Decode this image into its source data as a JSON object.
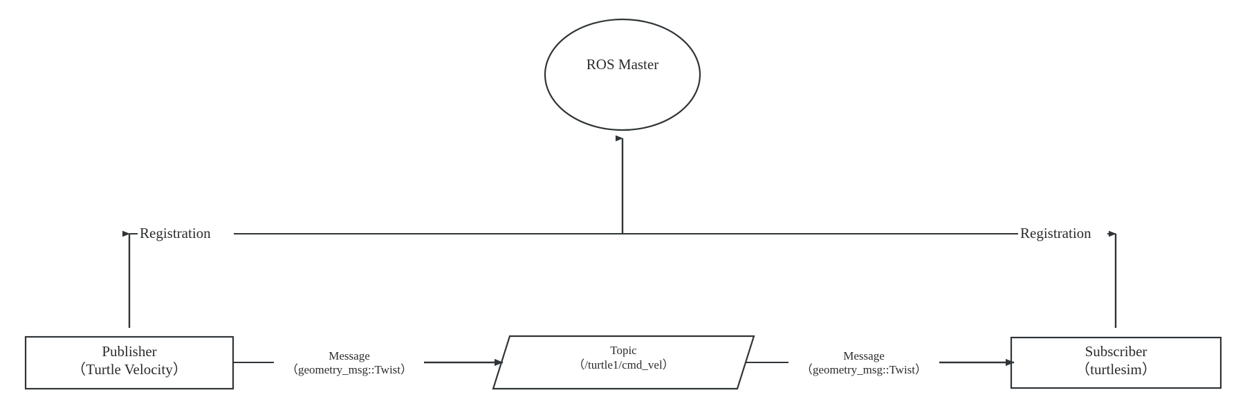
{
  "diagram": {
    "type": "ros-communication-flow",
    "background_color": "#ffffff",
    "stroke_color": "#2f3437",
    "text_color": "#2b2b2b",
    "nodes": {
      "master": {
        "shape": "ellipse",
        "title": "ROS",
        "subtitle": "Master"
      },
      "publisher": {
        "shape": "rectangle",
        "title": "Publisher",
        "subtitle": "（Turtle Velocity）"
      },
      "topic": {
        "shape": "parallelogram",
        "title": "Topic",
        "subtitle": "（/turtle1/cmd_vel）"
      },
      "subscriber": {
        "shape": "rectangle",
        "title": "Subscriber",
        "subtitle": "（turtlesim）"
      }
    },
    "edges": {
      "registration_left": {
        "label": "Registration"
      },
      "registration_right": {
        "label": "Registration"
      },
      "publisher_to_topic": {
        "title": "Message",
        "subtitle": "（geometry_msg::Twist）"
      },
      "topic_to_subscriber": {
        "title": "Message",
        "subtitle": "（geometry_msg::Twist）"
      }
    }
  }
}
